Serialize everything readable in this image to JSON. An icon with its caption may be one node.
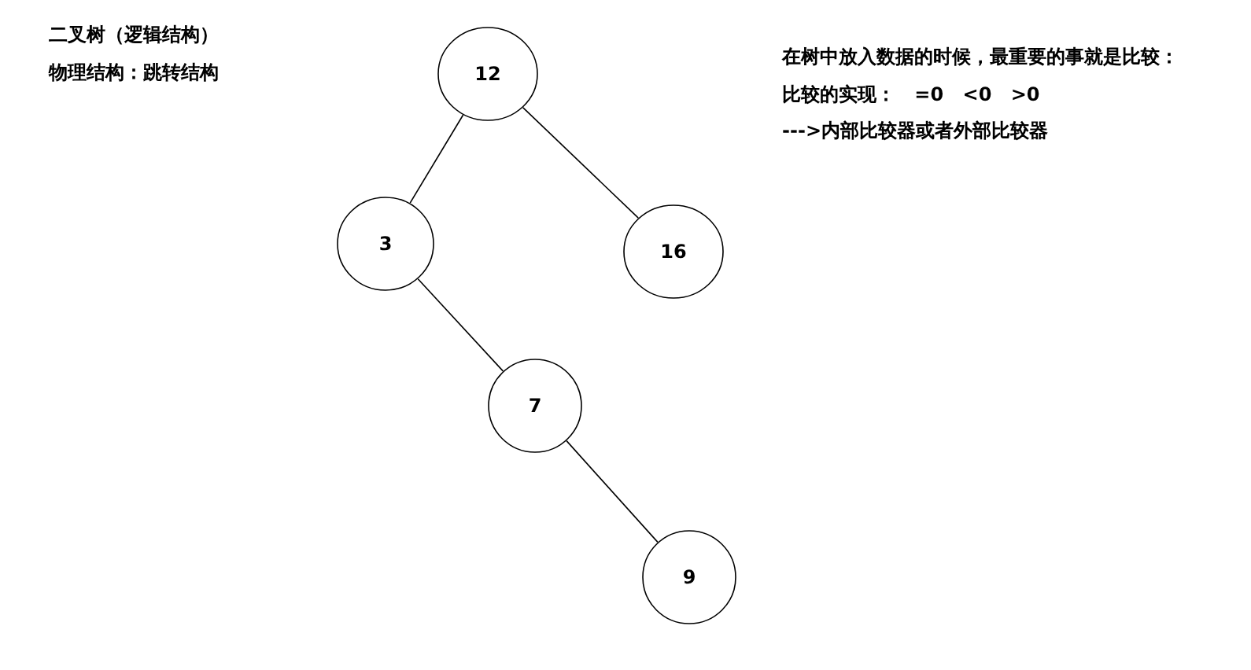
{
  "diagram": {
    "nodes": [
      {
        "text": [
          "12"
        ]
      },
      {
        "text": [
          "3"
        ]
      },
      {
        "text": [
          "16"
        ]
      },
      {
        "text": [
          "7"
        ]
      },
      {
        "text": [
          "9"
        ]
      }
    ],
    "edges": [
      {
        "from": 0,
        "to": 1,
        "arrow": "none"
      },
      {
        "from": 0,
        "to": 2,
        "arrow": "none"
      },
      {
        "from": 1,
        "to": 3,
        "arrow": "none"
      },
      {
        "from": 3,
        "to": 4,
        "arrow": "none"
      }
    ],
    "labels": [
      "二叉树（逻辑结构）",
      "物理结构：跳转结构",
      "在树中放入数据的时候，最重要的事就是比较：",
      "比较的实现： =0 <0 >0",
      "--->内部比较器或者外部比较器"
    ]
  }
}
